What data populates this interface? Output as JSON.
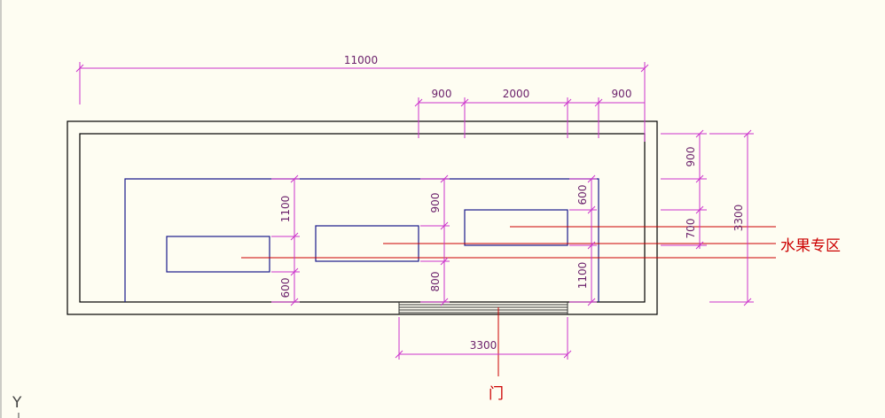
{
  "colors": {
    "background": "#fefdf2",
    "outline": "#000000",
    "fixture": "#1a1a8c",
    "dimension": "#cc33cc",
    "dimension_text": "#6a1f6a",
    "leader": "#cc0000",
    "leader_text": "#cc0000",
    "axis": "#444444"
  },
  "dimensions": {
    "overall_width": "11000",
    "top_left_gap": "900",
    "top_middle": "2000",
    "top_right_gap": "900",
    "right_top_gap": "900",
    "right_middle": "700",
    "right_overall": "3300",
    "display_upper_left": "1100",
    "display_lower_left": "600",
    "display_upper_mid": "900",
    "display_lower_mid": "800",
    "display_upper_right": "600",
    "display_lower_right": "1100",
    "door_width": "3300"
  },
  "labels": {
    "fruit_zone": "水果专区",
    "door": "门",
    "axis_y": "Y"
  }
}
